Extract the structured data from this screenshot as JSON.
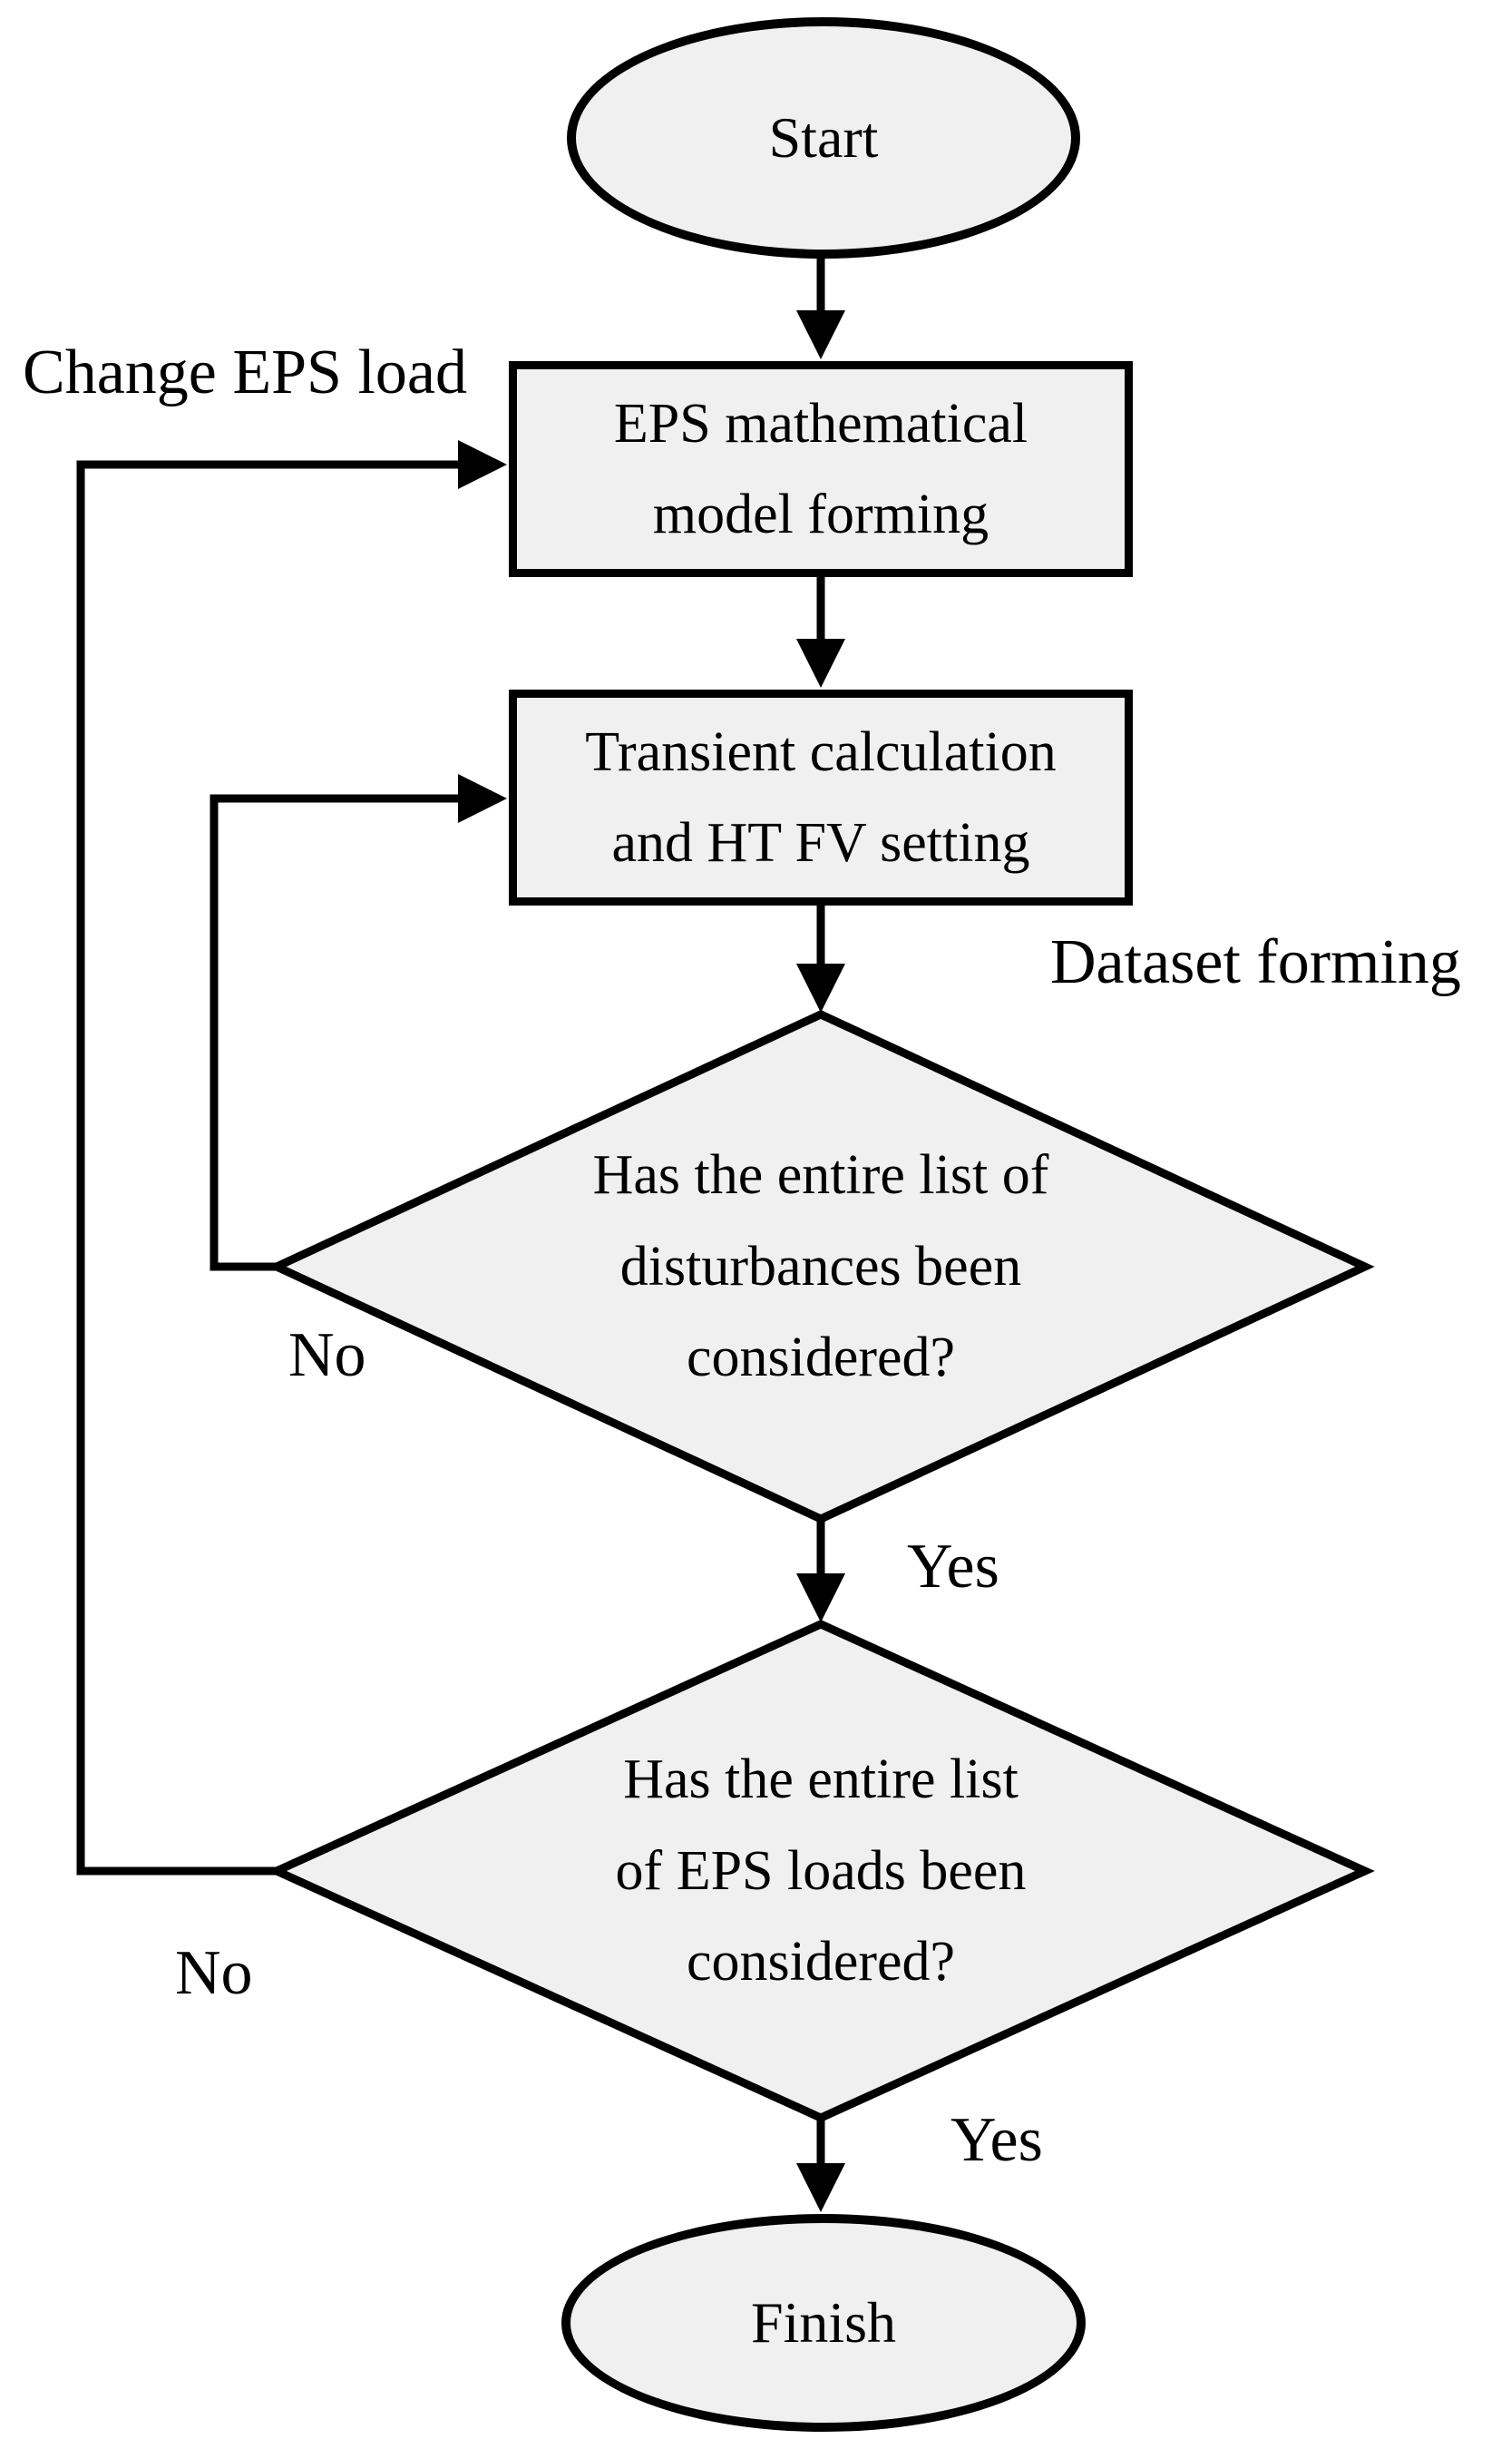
{
  "diagram": {
    "type": "flowchart",
    "background": "#ffffff",
    "node_fill": "#f0f0f0",
    "stroke_color": "#000000",
    "nodes": {
      "start": {
        "type": "terminator",
        "label": "Start"
      },
      "eps_model": {
        "type": "process",
        "label": "EPS mathematical\nmodel forming"
      },
      "transient": {
        "type": "process",
        "label": "Transient calculation\nand HT FV setting"
      },
      "disturbances_decision": {
        "type": "decision",
        "label": "Has the entire list of\ndisturbances been\nconsidered?"
      },
      "loads_decision": {
        "type": "decision",
        "label": "Has the entire list\nof EPS loads been\nconsidered?"
      },
      "finish": {
        "type": "terminator",
        "label": "Finish"
      }
    },
    "edge_labels": {
      "change_eps_load": "Change EPS load",
      "dataset_forming": "Dataset forming",
      "no_disturbances": "No",
      "yes_disturbances": "Yes",
      "no_loads": "No",
      "yes_loads": "Yes"
    },
    "edges": [
      {
        "from": "start",
        "to": "eps_model"
      },
      {
        "from": "eps_model",
        "to": "transient"
      },
      {
        "from": "transient",
        "to": "disturbances_decision",
        "label": "Dataset forming"
      },
      {
        "from": "disturbances_decision",
        "to": "transient",
        "label": "No"
      },
      {
        "from": "disturbances_decision",
        "to": "loads_decision",
        "label": "Yes"
      },
      {
        "from": "loads_decision",
        "to": "eps_model",
        "labels": [
          "No",
          "Change EPS load"
        ]
      },
      {
        "from": "loads_decision",
        "to": "finish",
        "label": "Yes"
      }
    ]
  }
}
